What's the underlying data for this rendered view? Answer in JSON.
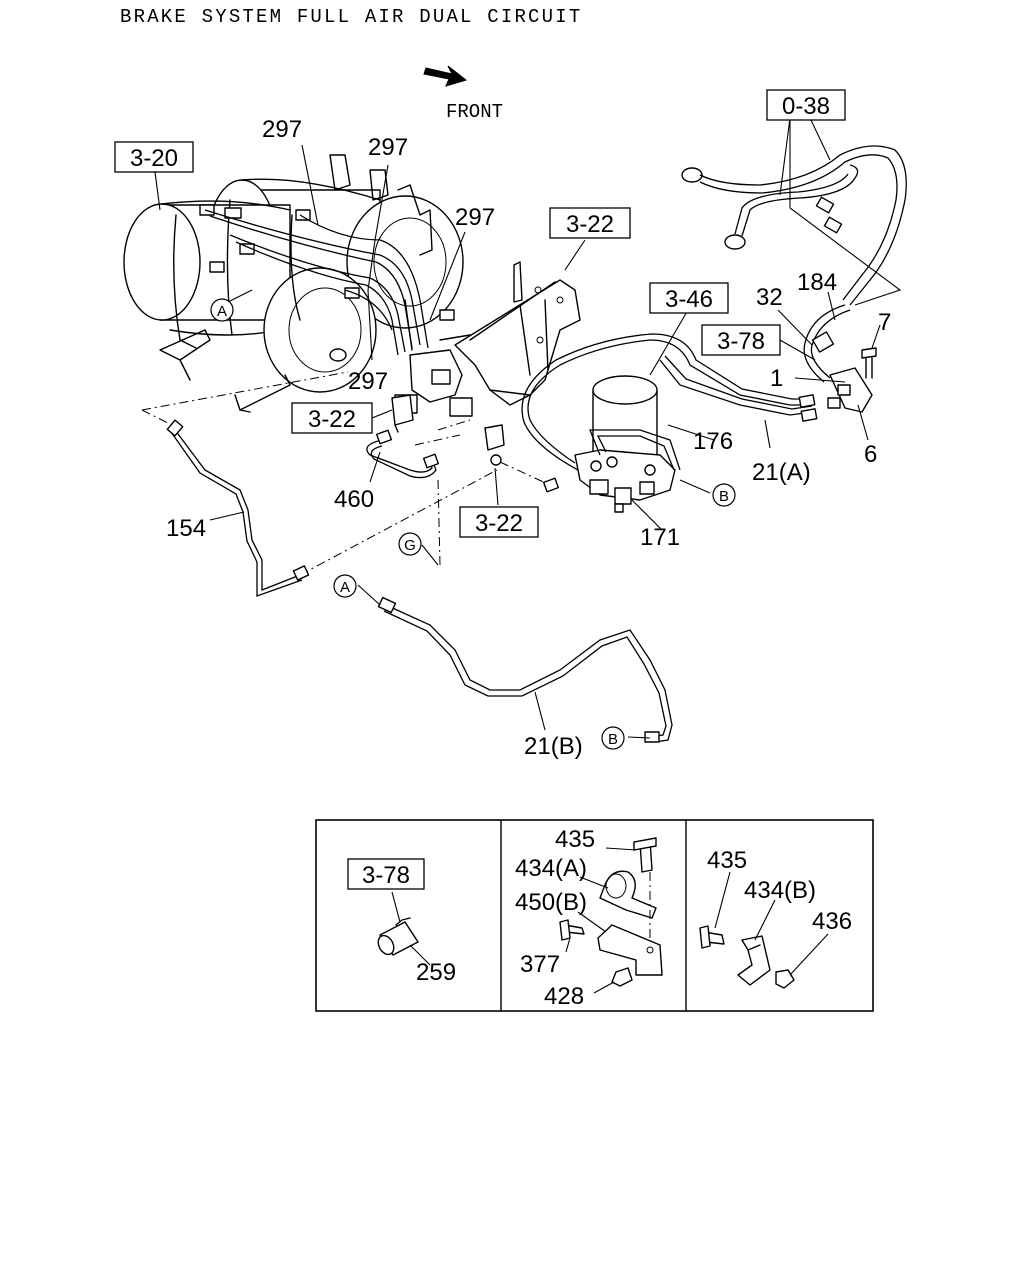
{
  "title": "BRAKE SYSTEM FULL AIR DUAL CIRCUIT",
  "front_label": "FRONT",
  "ref_boxes": {
    "tank": "3-20",
    "bracket_top": "3-22",
    "bracket_left": "3-22",
    "bracket_bottom": "3-22",
    "dryer": "3-46",
    "hose_top": "0-38",
    "fitting": "3-78",
    "inset_fitting": "3-78"
  },
  "part_labels": {
    "p297_a": "297",
    "p297_b": "297",
    "p297_c": "297",
    "p297_d": "297",
    "p184": "184",
    "p32": "32",
    "p7": "7",
    "p1": "1",
    "p6": "6",
    "p176": "176",
    "p21a": "21(A)",
    "p171": "171",
    "p460": "460",
    "p154": "154",
    "p21b": "21(B)",
    "p259": "259",
    "p435_mid": "435",
    "p434a": "434(A)",
    "p450b": "450(B)",
    "p377": "377",
    "p428": "428",
    "p435_right": "435",
    "p434b": "434(B)",
    "p436": "436"
  },
  "markers": {
    "a_tank": "A",
    "a_pipe": "A",
    "b_dryer": "B",
    "b_pipe": "B",
    "g": "G"
  }
}
